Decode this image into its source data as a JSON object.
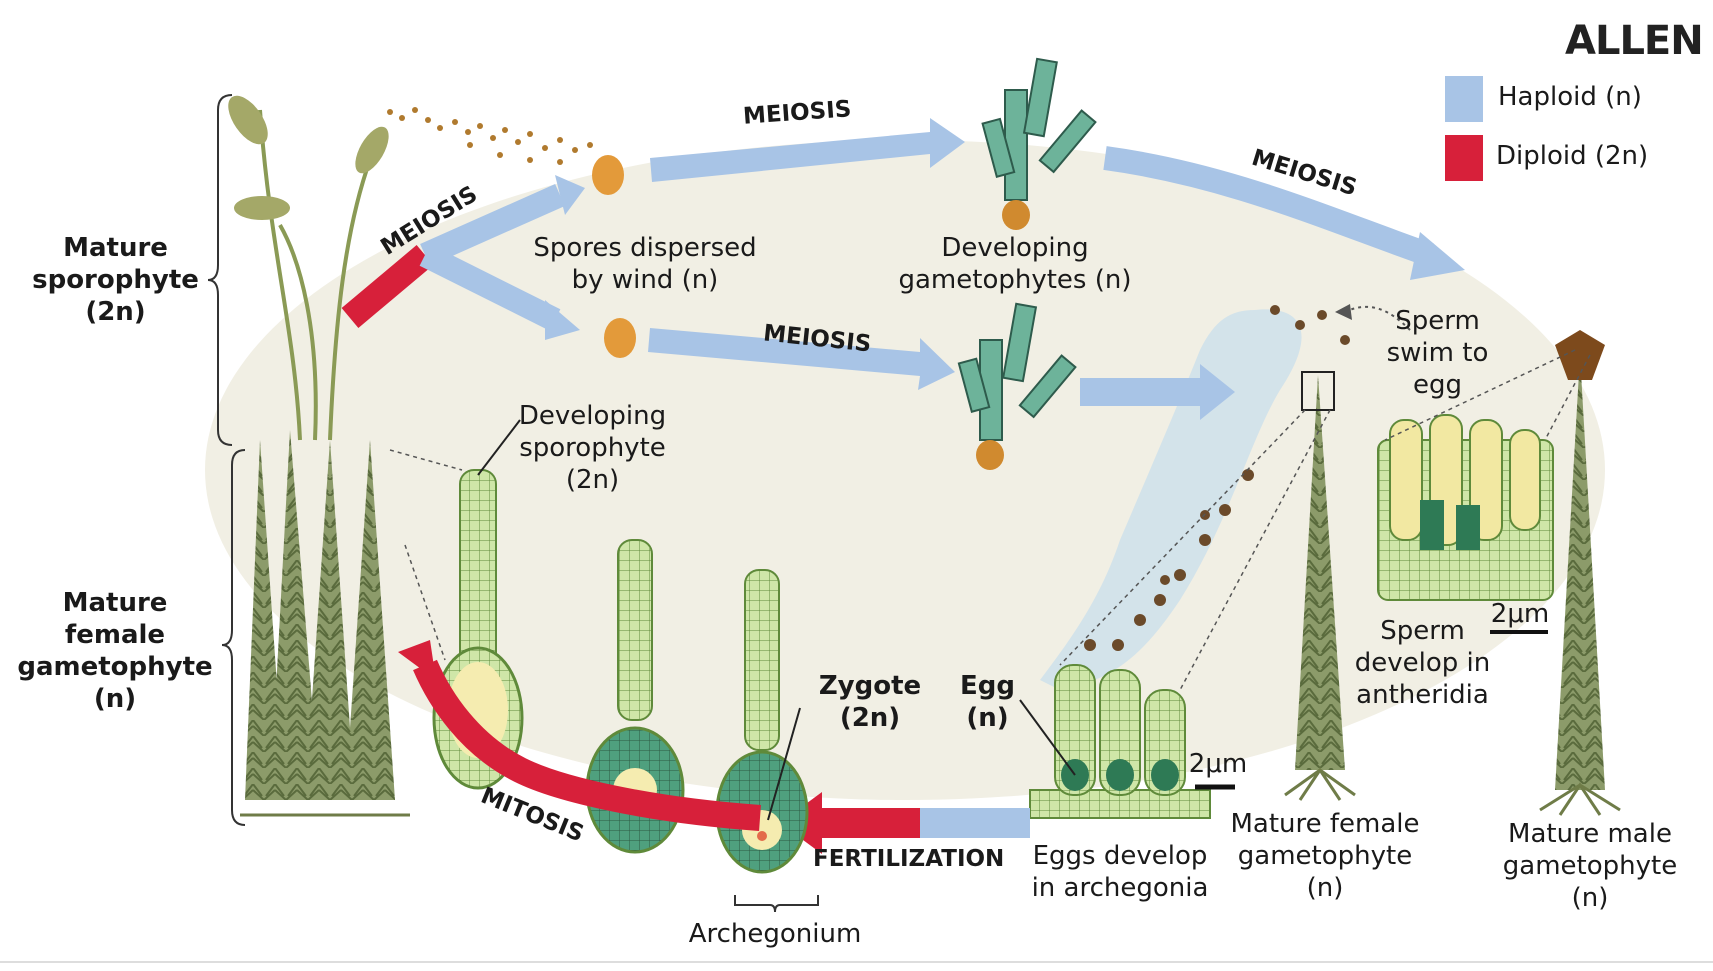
{
  "logo": "ALLEN",
  "legend": {
    "haploid_label": "Haploid (n)",
    "diploid_label": "Diploid (2n)",
    "haploid_color": "#a8c4e6",
    "diploid_color": "#d7203a"
  },
  "labels": {
    "mature_sporophyte": [
      "Mature",
      "sporophyte",
      "(2n)"
    ],
    "mature_female_gametophyte_left": [
      "Mature",
      "female",
      "gametophyte",
      "(n)"
    ],
    "spores_dispersed": [
      "Spores dispersed",
      "by wind (n)"
    ],
    "developing_gametophytes": [
      "Developing",
      "gametophytes (n)"
    ],
    "sperm_swim": [
      "Sperm",
      "swim to",
      "egg"
    ],
    "developing_sporophyte": [
      "Developing",
      "sporophyte",
      "(2n)"
    ],
    "zygote": [
      "Zygote",
      "(2n)"
    ],
    "egg": [
      "Egg",
      "(n)"
    ],
    "sperm_develop": [
      "Sperm",
      "develop in",
      "antheridia"
    ],
    "scale_1": "2μm",
    "scale_2": "2μm",
    "eggs_develop": [
      "Eggs develop",
      "in archegonia"
    ],
    "mature_female_gametophyte_right": [
      "Mature female",
      "gametophyte",
      "(n)"
    ],
    "mature_male_gametophyte": [
      "Mature male",
      "gametophyte",
      "(n)"
    ],
    "archegonium": "Archegonium"
  },
  "arrows": {
    "meiosis_1": "MEIOSIS",
    "meiosis_2": "MEIOSIS",
    "meiosis_3": "MEIOSIS",
    "meiosis_4": "MEIOSIS",
    "mitosis": "MITOSIS",
    "fertilization": "FERTILIZATION"
  }
}
